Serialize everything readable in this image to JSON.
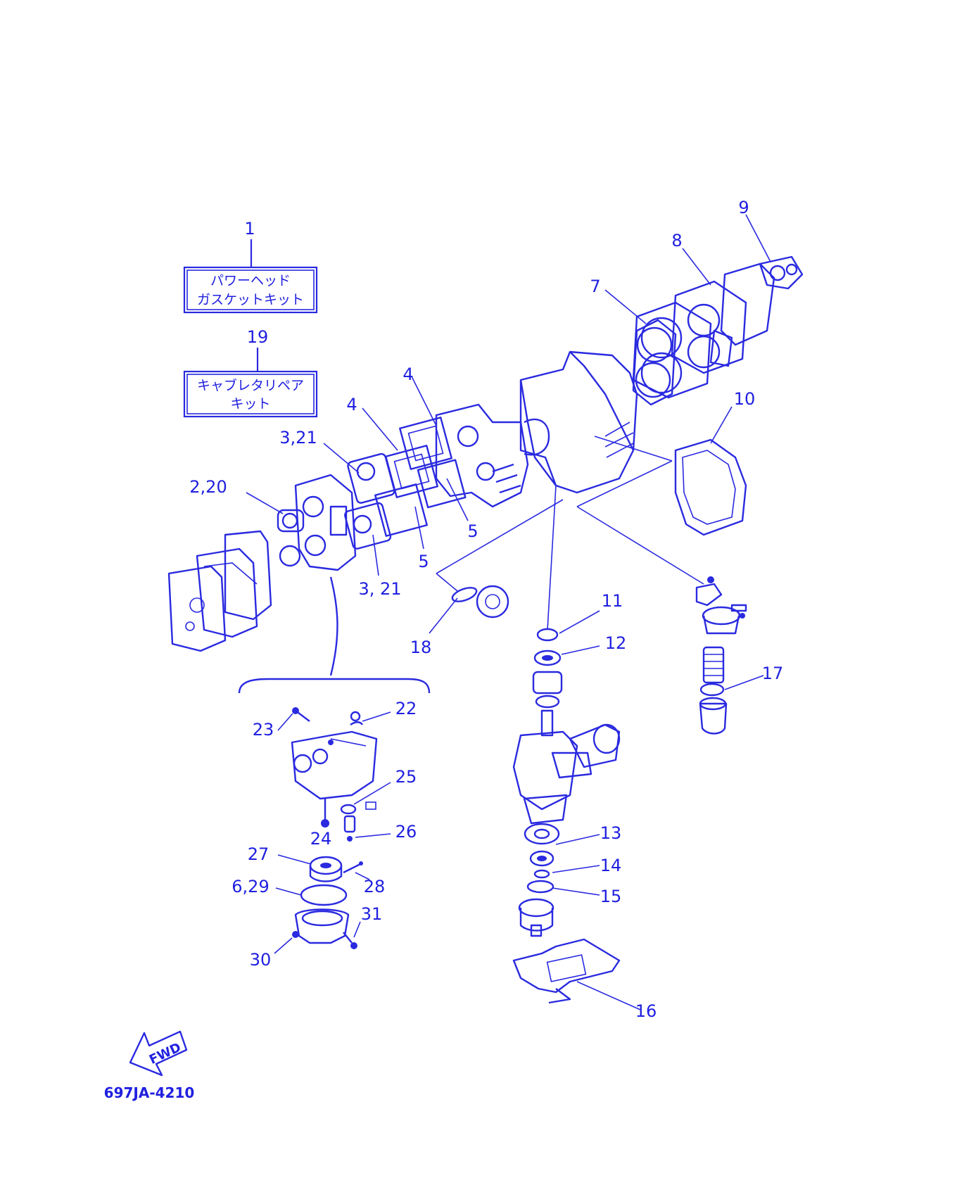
{
  "diagram": {
    "kits": [
      {
        "ref": "1",
        "line1": "パワーヘッド",
        "line2": "ガスケットキット"
      },
      {
        "ref": "19",
        "line1": "キャブレタリペア",
        "line2": "キット"
      }
    ],
    "labels": {
      "l9": "9",
      "l8": "8",
      "l7": "7",
      "l10": "10",
      "l4a": "4",
      "l4b": "4",
      "l3_21a": "3,21",
      "l3_21b": "3, 21",
      "l2_20": "2,20",
      "l5a": "5",
      "l5b": "5",
      "l11": "11",
      "l12": "12",
      "l13": "13",
      "l14": "14",
      "l15": "15",
      "l16": "16",
      "l17": "17",
      "l18": "18",
      "l22": "22",
      "l23": "23",
      "l24": "24",
      "l25": "25",
      "l26": "26",
      "l27": "27",
      "l28": "28",
      "l6_29": "6,29",
      "l30": "30",
      "l31": "31"
    },
    "fwd": "FWD",
    "code": "697JA-4210",
    "line_color": "#2a2ae0"
  }
}
